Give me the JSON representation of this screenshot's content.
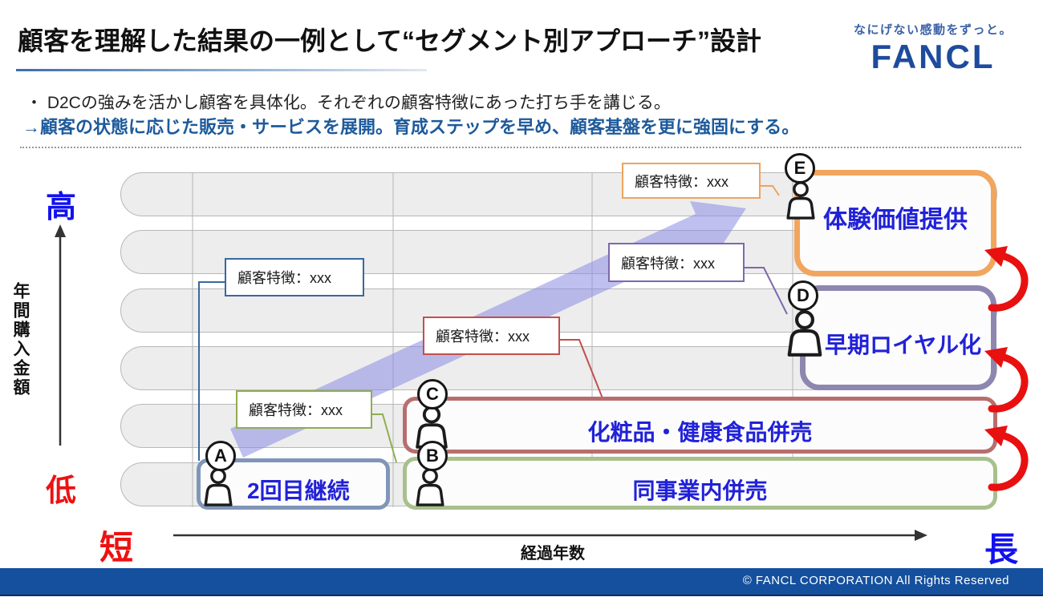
{
  "slide": {
    "title": "顧客を理解した結果の一例として“セグメント別アプローチ”設計",
    "logo": {
      "tagline": "なにげない感動をずっと。",
      "wordmark": "FANCL"
    },
    "bullets": {
      "line1": "・ D2Cの強みを活かし顧客を具体化。それぞれの顧客特徴にあった打ち手を講じる。",
      "line2": "→顧客の状態に応じた販売・サービスを展開。育成ステップを早め、顧客基盤を更に強固にする。"
    },
    "axes": {
      "y_label": "年間購入金額",
      "y_high": "高",
      "y_low": "低",
      "x_label": "経過年数",
      "x_short": "短",
      "x_long": "長"
    },
    "segments": [
      {
        "letter": "A",
        "label": "2回目継続"
      },
      {
        "letter": "B",
        "label": "同事業内併売"
      },
      {
        "letter": "C",
        "label": "化粧品・健康食品併売"
      },
      {
        "letter": "D",
        "label": "早期ロイヤル化"
      },
      {
        "letter": "E",
        "label": "体験価値提供"
      }
    ],
    "callouts": [
      {
        "text": "顧客特徴：xxx",
        "color": "#39689e"
      },
      {
        "text": "顧客特徴：xxx",
        "color": "#8fae52"
      },
      {
        "text": "顧客特徴：xxx",
        "color": "#c0504d"
      },
      {
        "text": "顧客特徴：xxx",
        "color": "#7d68ae"
      },
      {
        "text": "顧客特徴：xxx",
        "color": "#eda45e"
      }
    ],
    "footer": {
      "copyright": "©  FANCL CORPORATION  All Rights Reserved"
    },
    "colors": {
      "title_underline_from": "#3c6ea8",
      "fancl_blue": "#1e4b9c",
      "tagline_blue": "#3a62a8",
      "bullet2_blue": "#1d5a9b",
      "axis_blue": "#1111ee",
      "axis_red": "#ee1111",
      "seg_label_blue": "#2121d8",
      "seg_a_border": "#8096b8",
      "seg_b_border": "#a8c08d",
      "seg_c_border": "#b76e6e",
      "seg_d_border": "#8d87b0",
      "seg_e_border": "#f2a55e",
      "callout_blue": "#39689e",
      "callout_green": "#8fae52",
      "callout_red": "#c0504d",
      "callout_purple": "#7d68ae",
      "callout_orange": "#eda45e",
      "big_arrow": "rgba(139,139,227,0.55)",
      "red_arrow": "#e91010",
      "footer_bar": "#15509e"
    }
  }
}
